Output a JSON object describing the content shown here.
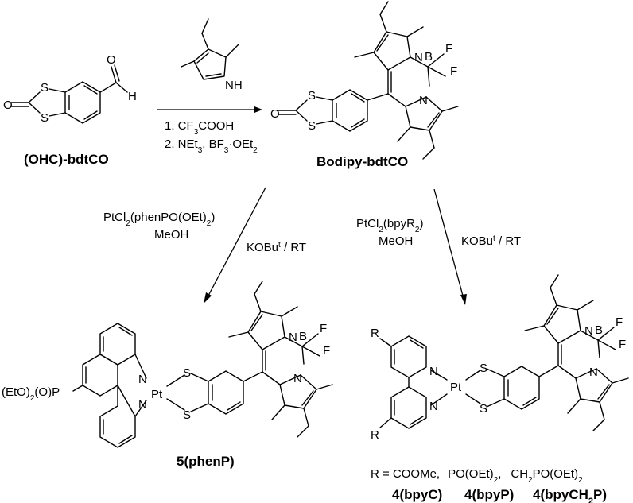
{
  "compounds": {
    "ohc_bdtco": "(OHC)-bdtCO",
    "bodipy_bdtco": "Bodipy-bdtCO",
    "phen": "5(phenP)",
    "bpyC": "4(bpyC)",
    "bpyP": "4(bpyP)",
    "bpyCH2P_main": "4(bpyCH",
    "bpyCH2P_sub": "2",
    "bpyCH2P_end": "P)"
  },
  "step1": {
    "line1": "1. CF",
    "line1_sub": "3",
    "line1_end": "COOH",
    "line2_a": "2. NEt",
    "line2_sub1": "3",
    "line2_b": ", BF",
    "line2_sub2": "3",
    "line2_dot": "·",
    "line2_c": "OEt",
    "line2_sub3": "2"
  },
  "step2": {
    "reagent_a": "PtCl",
    "reagent_sub": "2",
    "reagent_b": "(phenPO(OEt)",
    "reagent_sub2": "2",
    "reagent_c": ")",
    "solvent": "MeOH",
    "base": "KOBu",
    "base_sup": "t",
    "base_end": " / RT"
  },
  "step3": {
    "reagent_a": "PtCl",
    "reagent_sub": "2",
    "reagent_b": "(bpyR",
    "reagent_sub2": "2",
    "reagent_c": ")",
    "solvent": "MeOH",
    "base": "KOBu",
    "base_sup": "t",
    "base_end": " / RT"
  },
  "r_defs": {
    "prefix": "R = COOMe,",
    "po": "PO(OEt)",
    "po_sub": "2",
    "po_end": ",",
    "ch": "CH",
    "ch_sub": "2",
    "ch_mid": "PO(OEt)",
    "ch_sub2": "2"
  },
  "atoms": {
    "S": "S",
    "O": "O",
    "H": "H",
    "NH": "NH",
    "N": "N",
    "B": "B",
    "F": "F",
    "Pt": "Pt",
    "R": "R",
    "P_group": "(EtO)",
    "P_sub": "2",
    "P_end": "(O)P"
  }
}
